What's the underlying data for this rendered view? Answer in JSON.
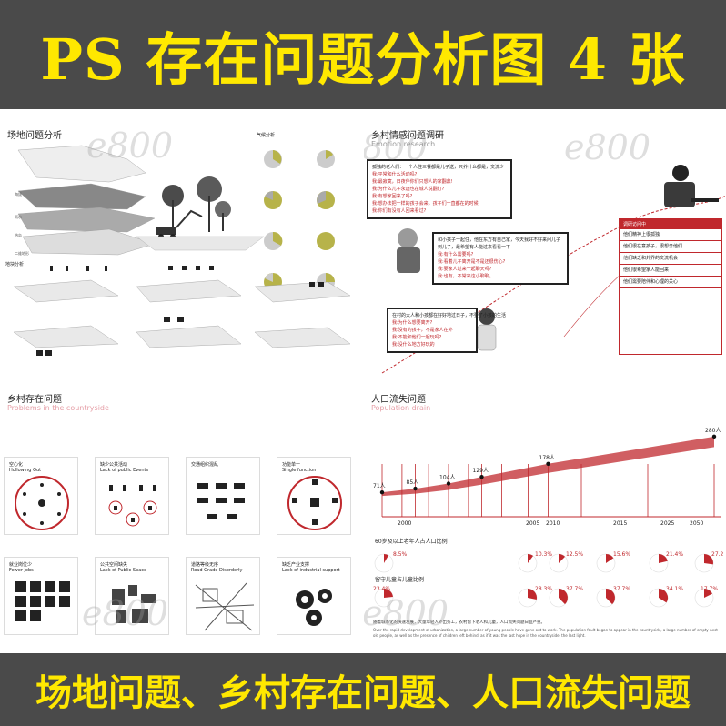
{
  "banner": {
    "title": "PS 存在问题分析图 4 张",
    "subtitle": "场地问题、乡村存在问题、人口流失问题"
  },
  "watermark": "e800",
  "site_panel": {
    "title": "场地问题分析",
    "label_climate": "气候分析",
    "label_terrain": "地块分析"
  },
  "emotion_panel": {
    "title": "乡村情感问题调研",
    "subtitle": "Emotion research",
    "dialogs": [
      {
        "lines": [
          "孤独的老人们：一个人住三餐都是儿子送，只养什么都是，交流少",
          "我:平常和什么活动吗?",
          "我:最寂寞，日夜伴你们只想人的家翻鼎!",
          "我:为什么儿子永远也在城人说翻灯?",
          "我:有想家回来了吗?",
          "我:想办法把一样的孩子会来，孩子们一直都在的时候",
          "我:你们有没有人回来看过?"
        ]
      },
      {
        "lines": [
          "和小孩子一起住，他在东方有自己家，今天我好不好来问儿子",
          "到儿子，最希望有人能过来看看一下",
          "我:有什么需要吗?",
          "我:看着儿子离开是不是还很伤心?",
          "我:要家人过来一起聊天吗?",
          "我:也有，不常来这小聊聊。"
        ]
      },
      {
        "lines": [
          "在村的大人和小孩都在好好地过日子，不要了小孩的生活",
          "我:为什么想要离开?",
          "我:没有的孩子，不是家人在外",
          "我:不能和他们一起玩吗?",
          "我:没什么地方好玩的"
        ]
      }
    ],
    "side_box": {
      "header": "调研访问中",
      "items": [
        "他们精神上很孤独",
        "他们很在意孩子，很想念他们",
        "他们缺乏和外界的交流机会",
        "他们很希望家人能回来",
        "他们需要陪伴和心理的关心"
      ]
    }
  },
  "rural_panel": {
    "title": "乡村存在问题",
    "subtitle": "Problems in the countryside",
    "cards": [
      {
        "cn": "空心化",
        "en": "Hollowing Out"
      },
      {
        "cn": "缺少公共活动",
        "en": "Lack of public Events"
      },
      {
        "cn": "交通组织混乱",
        "en": ""
      },
      {
        "cn": "功能单一",
        "en": "Single function"
      },
      {
        "cn": "就业岗位少",
        "en": "Fewer jobs"
      },
      {
        "cn": "公共空间缺失",
        "en": "Lack of Public Space"
      },
      {
        "cn": "道路等级无序",
        "en": "Road Grade Disorderly"
      },
      {
        "cn": "缺乏产业支撑",
        "en": "Lack of industrial support"
      }
    ]
  },
  "population_panel": {
    "title": "人口流失问题",
    "subtitle": "Population drain",
    "section1": "60岁及以上老年人占人口比例",
    "section2": "留守儿童占儿童比例",
    "footnote": "随着城市化的快速发展，大量年轻人外出务工，农村留下老人和儿童，人口流失问题日益严重。",
    "footnote_en": "Over the rapid development of urbanization, a large number of young people have gone out to work. The population fault began to appear in the countryside, a large number of empty-nest old people, as well as the presence of children left behind, as if it was the last hope in the countryside, the last light.",
    "years": [
      "2000",
      "2005",
      "2010",
      "2015",
      "2025",
      "2050"
    ],
    "value_labels": [
      "71人",
      "85人",
      "104人",
      "129人",
      "178人",
      "280人"
    ],
    "pie_row1": [
      "8.5%",
      "10.3%",
      "12.5%",
      "15.6%",
      "21.4%",
      "27.2"
    ],
    "pie_row2": [
      "23.4%",
      "28.3%",
      "37.7%",
      "37.7%",
      "34.1%",
      "17.7%"
    ]
  },
  "chart_data": {
    "type": "area",
    "title": "人口流失问题",
    "x": [
      "2000",
      "2005",
      "2010",
      "2015",
      "2025",
      "2050"
    ],
    "series": [
      {
        "name": "",
        "values": [
          71,
          85,
          104,
          129,
          178,
          280
        ]
      }
    ],
    "ylim": [
      0,
      300
    ]
  },
  "colors": {
    "accent": "#c0282d",
    "banner_text": "#ffe800",
    "banner_bg": "#4a4a4a"
  }
}
